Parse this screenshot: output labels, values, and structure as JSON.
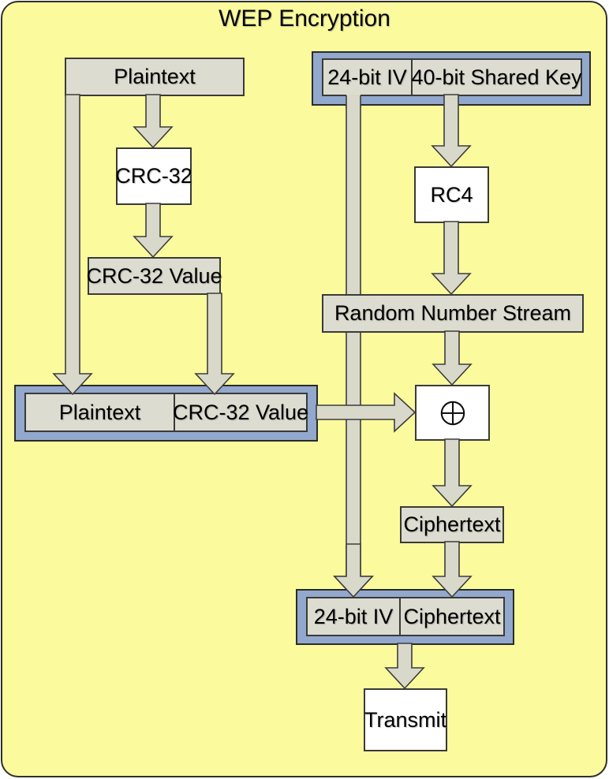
{
  "title": "WEP Encryption",
  "colors": {
    "panel_background": "#FBFB9E",
    "gray_box_fill": "#DCDDD0",
    "white_box_fill": "#FFFFFF",
    "frame_blue": "#92A8CD",
    "arrow_fill": "#D8D9CA",
    "border": "#3A3A38",
    "text": "#000000"
  },
  "nodes": {
    "plaintext": "Plaintext",
    "crc32": "CRC-32",
    "crc32_value": "CRC-32 Value",
    "message": {
      "left": "Plaintext",
      "right": "CRC-32 Value"
    },
    "iv_key": {
      "left": "24-bit IV",
      "right": "40-bit Shared Key"
    },
    "rc4": "RC4",
    "random_number_stream": "Random Number Stream",
    "xor_symbol": "⊕",
    "ciphertext": "Ciphertext",
    "iv_ciphertext": {
      "left": "24-bit IV",
      "right": "Ciphertext"
    },
    "transmit": "Transmit"
  }
}
